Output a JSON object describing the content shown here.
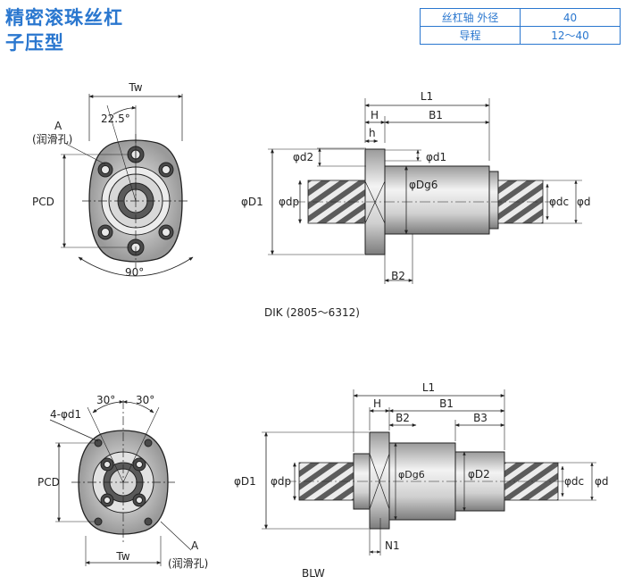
{
  "title_line1": "精密滚珠丝杠",
  "title_line2": "子压型",
  "spec_table": [
    {
      "key": "丝杠轴 外径",
      "value": "40"
    },
    {
      "key": "导程",
      "value": "12〜40"
    }
  ],
  "dik": {
    "caption": "DIK (2805〜6312)",
    "end_view": {
      "tw": "Tw",
      "angle": "22.5°",
      "hole": "A",
      "hole_note": "(润滑孔)",
      "pcd": "PCD",
      "angle_bottom": "90°"
    },
    "side_view": {
      "L1": "L1",
      "H": "H",
      "B1": "B1",
      "h": "h",
      "d2": "φd2",
      "d1": "φd1",
      "D1": "φD1",
      "dp": "φdp",
      "Dg6": "φDg6",
      "dc": "φdc",
      "d": "φd",
      "B2": "B2"
    }
  },
  "blw": {
    "caption": "BLW",
    "end_view": {
      "angle_left": "30°",
      "angle_right": "30°",
      "holes": "4-φd1",
      "pcd": "PCD",
      "tw": "Tw",
      "hole": "A",
      "hole_note": "(润滑孔)"
    },
    "side_view": {
      "L1": "L1",
      "H": "H",
      "B1": "B1",
      "B2": "B2",
      "B3": "B3",
      "D1": "φD1",
      "dp": "φdp",
      "Dg6": "φDg6",
      "D2": "φD2",
      "dc": "φdc",
      "d": "φd",
      "N1": "N1"
    }
  }
}
